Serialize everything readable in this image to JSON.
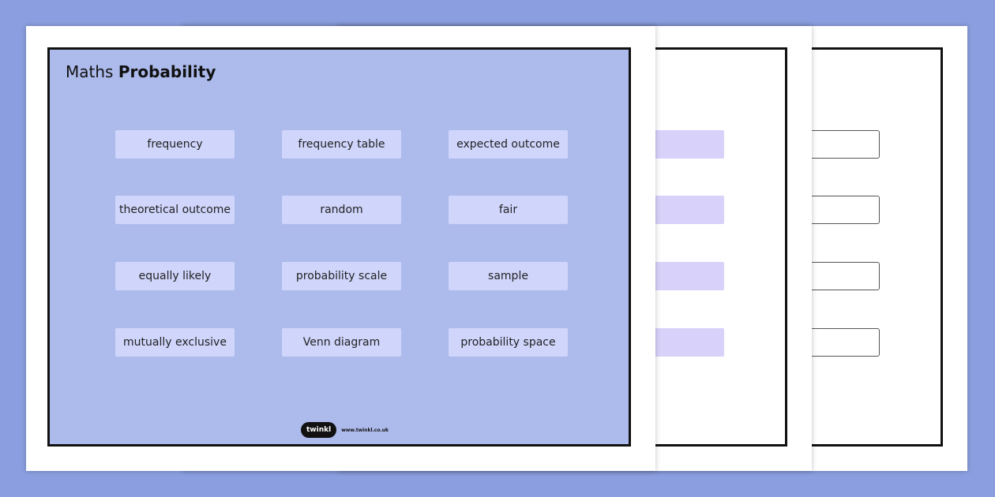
{
  "title_prefix": "Maths",
  "title_bold": "Probability",
  "words": [
    [
      "frequency",
      "frequency table",
      "expected outcome"
    ],
    [
      "theoretical outcome",
      "random",
      "fair"
    ],
    [
      "equally likely",
      "probability scale",
      "sample"
    ],
    [
      "mutually exclusive",
      "Venn diagram",
      "probability space"
    ]
  ],
  "logo": {
    "brand": "twinkl",
    "url": "www.twinkl.co.uk"
  },
  "colors": {
    "background": "#8b9fe0",
    "panel": "#adbbec",
    "word_box": "#cfd5fb",
    "middle_sheet_box": "#d8d2fb"
  }
}
